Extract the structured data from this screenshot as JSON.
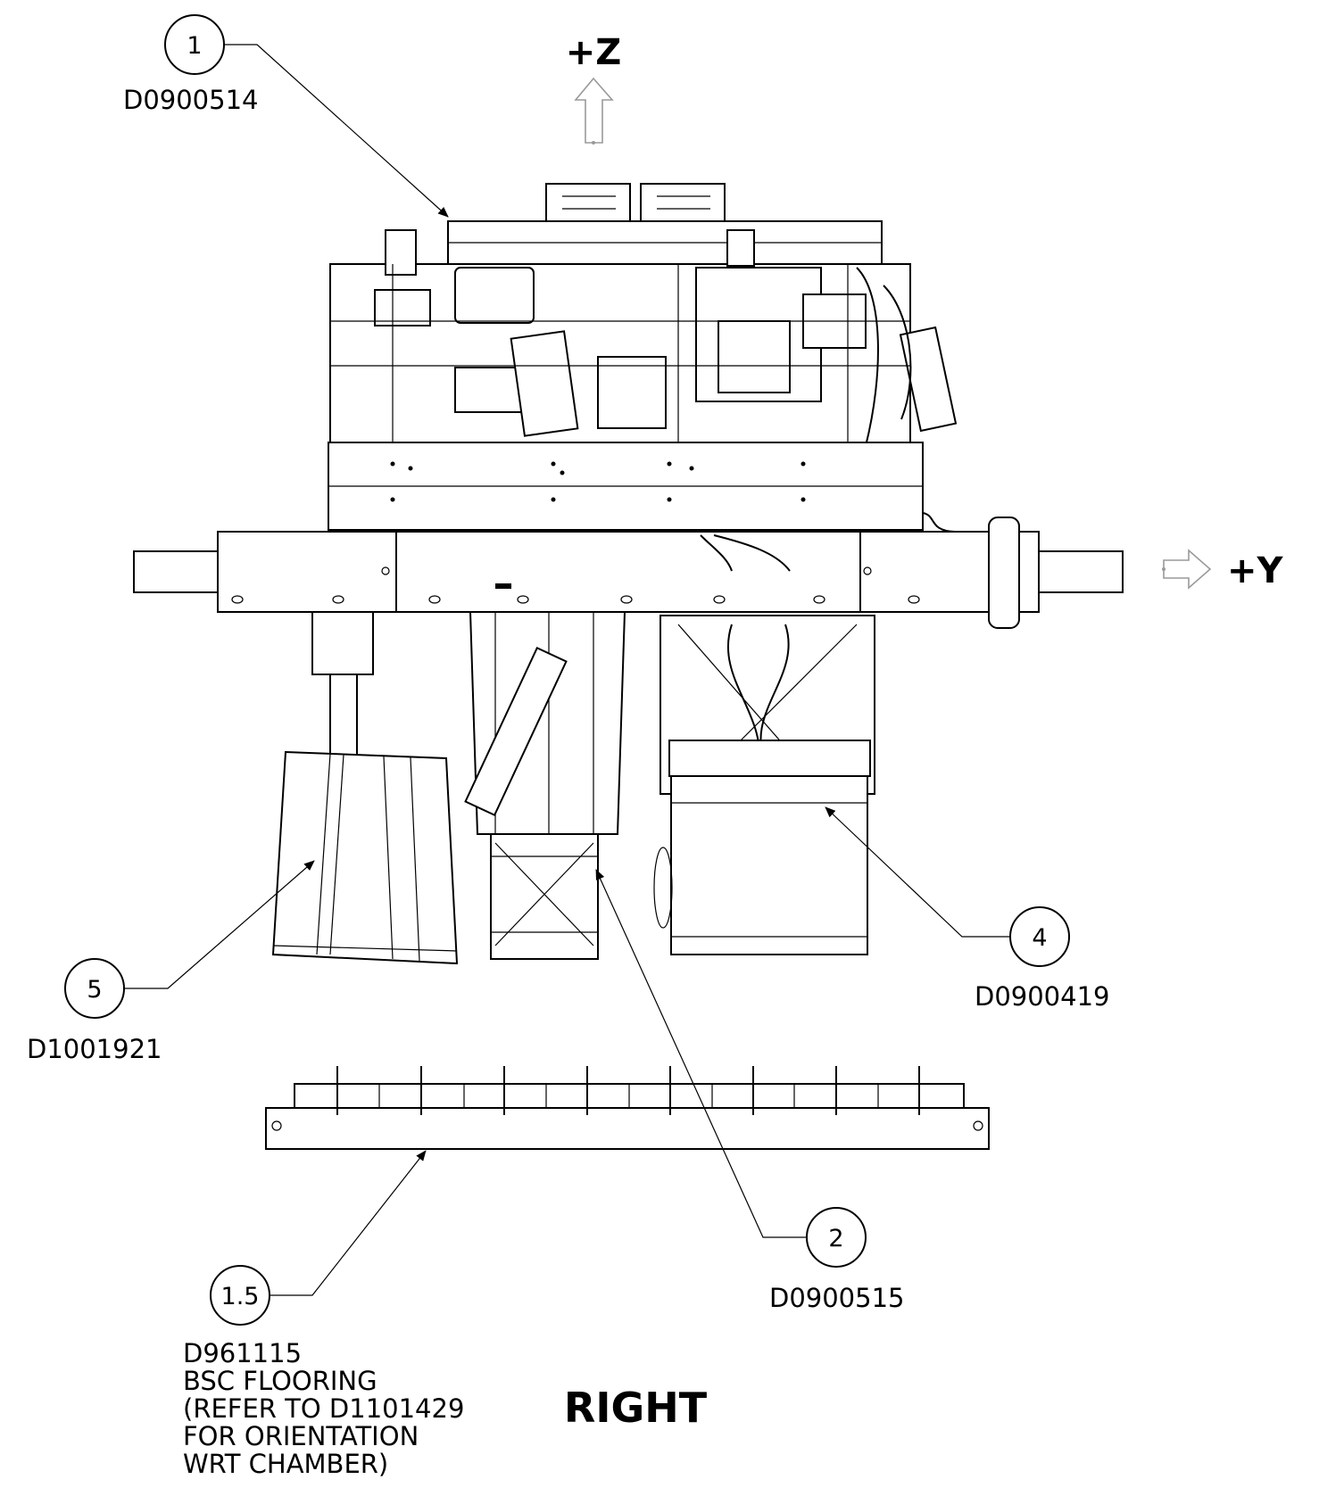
{
  "view_label": "RIGHT",
  "axes": {
    "z_label": "+Z",
    "y_label": "+Y"
  },
  "balloons": [
    {
      "number": "1",
      "doc": "D0900514"
    },
    {
      "number": "2",
      "doc": "D0900515"
    },
    {
      "number": "4",
      "doc": "D0900419"
    },
    {
      "number": "5",
      "doc": "D1001921"
    },
    {
      "number": "1.5",
      "doc": "D961115",
      "note_lines": [
        "BSC FLOORING",
        "(REFER TO D1101429",
        "FOR ORIENTATION",
        "WRT CHAMBER)"
      ]
    }
  ]
}
